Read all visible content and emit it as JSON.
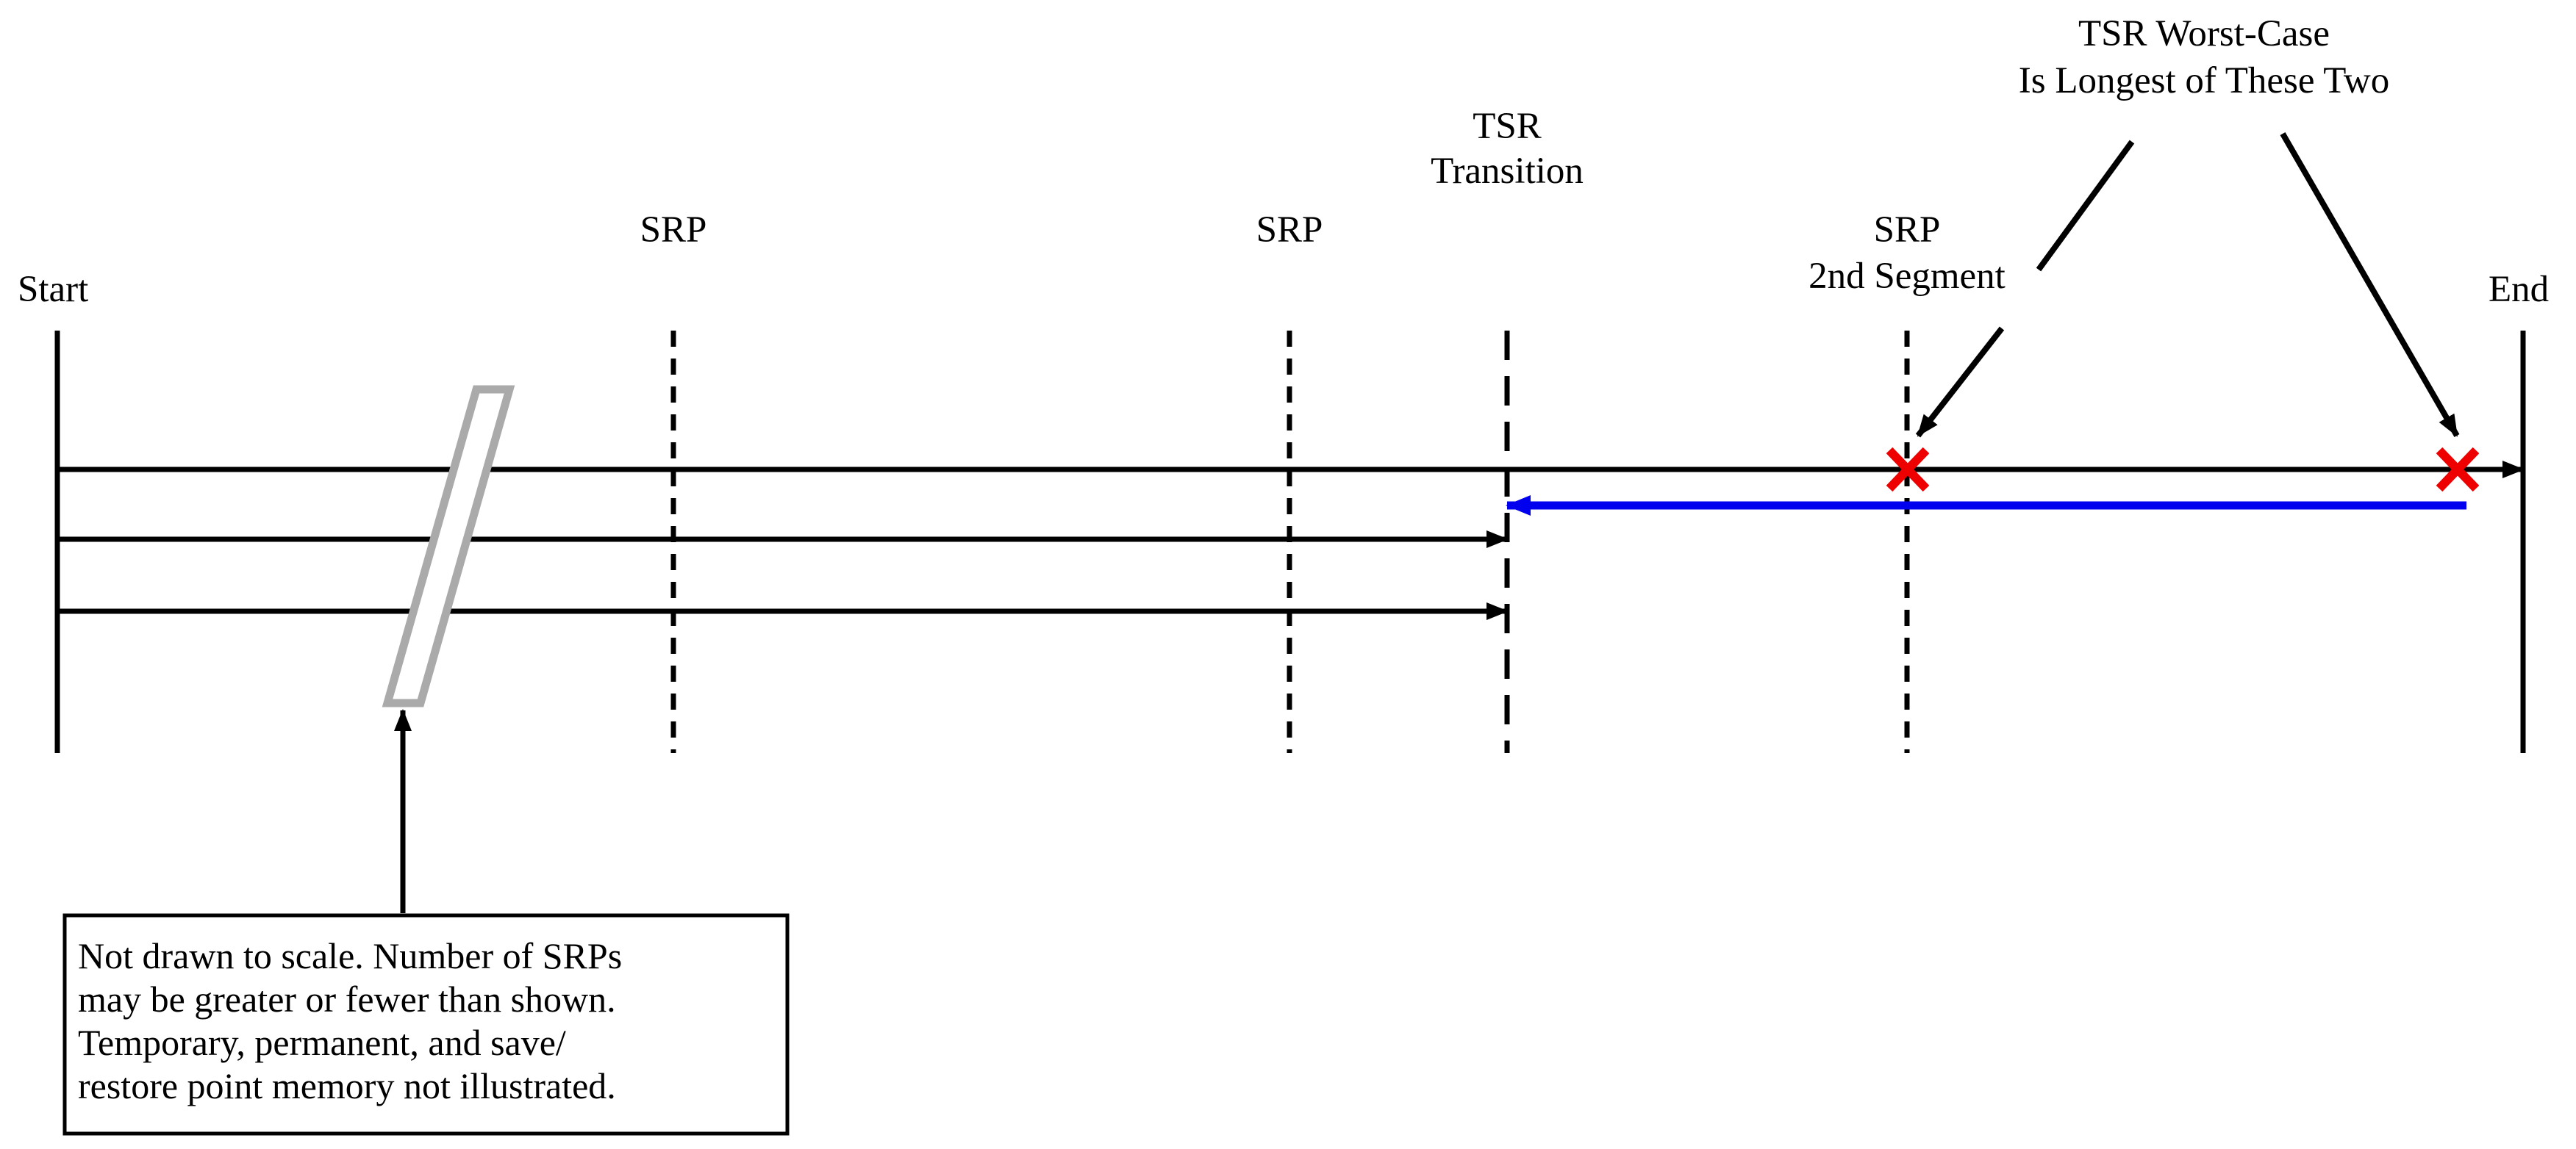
{
  "labels": {
    "start": "Start",
    "end": "End",
    "srp_1": "SRP",
    "srp_2": "SRP",
    "tsr_transition_line1": "TSR",
    "tsr_transition_line2": "Transition",
    "srp_2nd_line1": "SRP",
    "srp_2nd_line2": "2nd Segment",
    "worst_case_line1": "TSR Worst-Case",
    "worst_case_line2": "Is Longest of These Two"
  },
  "note": {
    "line1": "Not drawn to scale.  Number of SRPs",
    "line2": "may be greater or fewer than shown.",
    "line3": "Temporary, permanent, and save/",
    "line4": "restore point memory not illustrated."
  },
  "colors": {
    "line": "#000000",
    "rollback_arrow": "#0000ee",
    "marker": "#ee0000",
    "break_symbol": "#aaaaaa"
  }
}
